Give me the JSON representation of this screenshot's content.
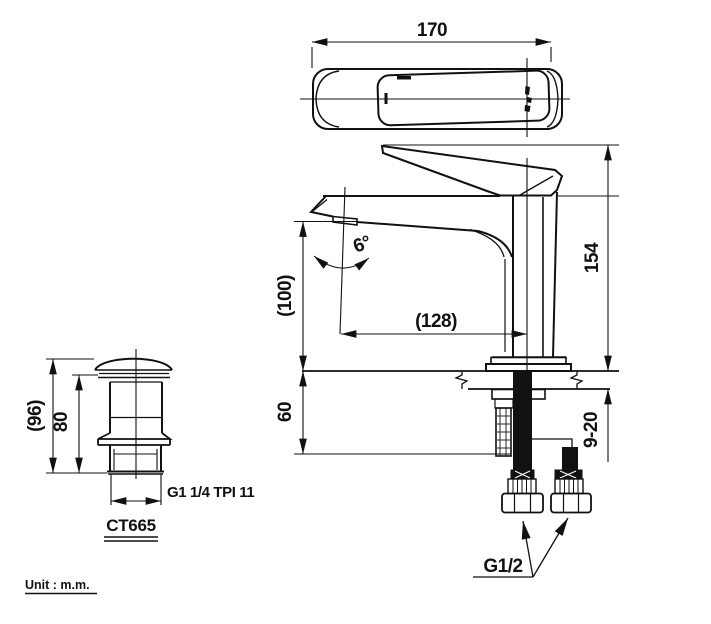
{
  "meta": {
    "unit_note": "Unit : m.m.",
    "line_color": "#111111",
    "background": "#ffffff"
  },
  "product": {
    "drain_code": "CT665"
  },
  "dims": {
    "top_width": "170",
    "overall_height": "154",
    "outlet_height": "(100)",
    "spout_reach": "(128)",
    "spout_angle": "6°",
    "under_counter_length": "60",
    "counter_thickness_range": "9-20",
    "supply_thread": "G1/2",
    "drain_total_height": "(96)",
    "drain_body_height": "80",
    "drain_thread": "G1 1/4 TPI 11"
  }
}
